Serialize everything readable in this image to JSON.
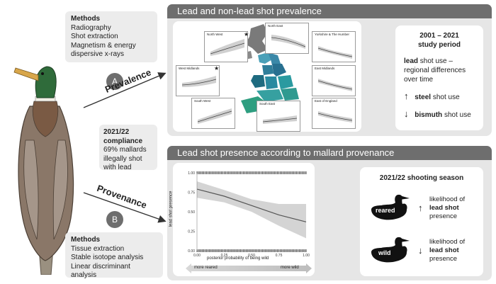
{
  "methods_top": {
    "title": "Methods",
    "items": [
      "Radiography",
      "Shot extraction",
      "Magnetism & energy",
      "dispersive x-rays"
    ]
  },
  "badge_a": "A",
  "badge_b": "B",
  "arrow_prevalence": "Prevalence",
  "arrow_provenance": "Provenance",
  "compliance": {
    "title_line1": "2021/22",
    "title_line2": "compliance",
    "lines": [
      "69% mallards",
      "illegally shot",
      "with lead"
    ]
  },
  "methods_bottom": {
    "title": "Methods",
    "items": [
      "Tissue extraction",
      "Stable isotope analysis",
      "Linear discriminant analysis"
    ]
  },
  "panel_top": {
    "title": "Lead and non-lead shot prevalence",
    "regions": [
      "North West",
      "North East",
      "Yorkshire & The Humber",
      "West Midlands",
      "East Midlands",
      "South West",
      "South East",
      "East of England"
    ],
    "summary": {
      "period": "2001 – 2021",
      "period_label": "study period",
      "lead_word": "lead",
      "lead_rest": "shot use – regional differences over time",
      "steel_word": "steel",
      "steel_rest": "shot use",
      "bismuth_word": "bismuth",
      "bismuth_rest": "shot use",
      "up_icon": "↑",
      "down_icon": "↓"
    }
  },
  "panel_bottom": {
    "title": "Lead shot presence according to mallard provenance",
    "plot": {
      "ylabel": "lead shot presence",
      "xlabel": "posterior probability of being wild",
      "xticks": [
        "0.00",
        "0.25",
        "0.50",
        "0.75",
        "1.00"
      ],
      "yticks": [
        "1.00",
        "0.75",
        "0.50",
        "0.25",
        "0.00"
      ],
      "left_label": "more reared",
      "right_label": "more wild"
    },
    "season": {
      "title": "2021/22 shooting season",
      "reared_label": "reared",
      "wild_label": "wild",
      "up_icon": "↑",
      "down_icon": "↓",
      "likelihood": "likelihood of",
      "lead_shot": "lead shot",
      "presence": "presence"
    }
  },
  "chart_data": {
    "type": "line",
    "xlabel": "posterior probability of being wild",
    "ylabel": "lead shot presence",
    "xlim": [
      0,
      1
    ],
    "ylim": [
      0,
      1
    ],
    "series": [
      {
        "x": [
          0.0,
          0.25,
          0.5,
          0.75,
          1.0
        ],
        "y": [
          0.79,
          0.7,
          0.58,
          0.46,
          0.37
        ]
      }
    ],
    "ci_upper": [
      0.89,
      0.78,
      0.66,
      0.6,
      0.6
    ],
    "ci_lower": [
      0.68,
      0.62,
      0.5,
      0.32,
      0.16
    ]
  },
  "colors": {
    "panel_header": "#6e6e6e",
    "panel_bg": "#e6e6e6",
    "accent_line": "#555555",
    "map_teal": "#1f8f8f"
  }
}
